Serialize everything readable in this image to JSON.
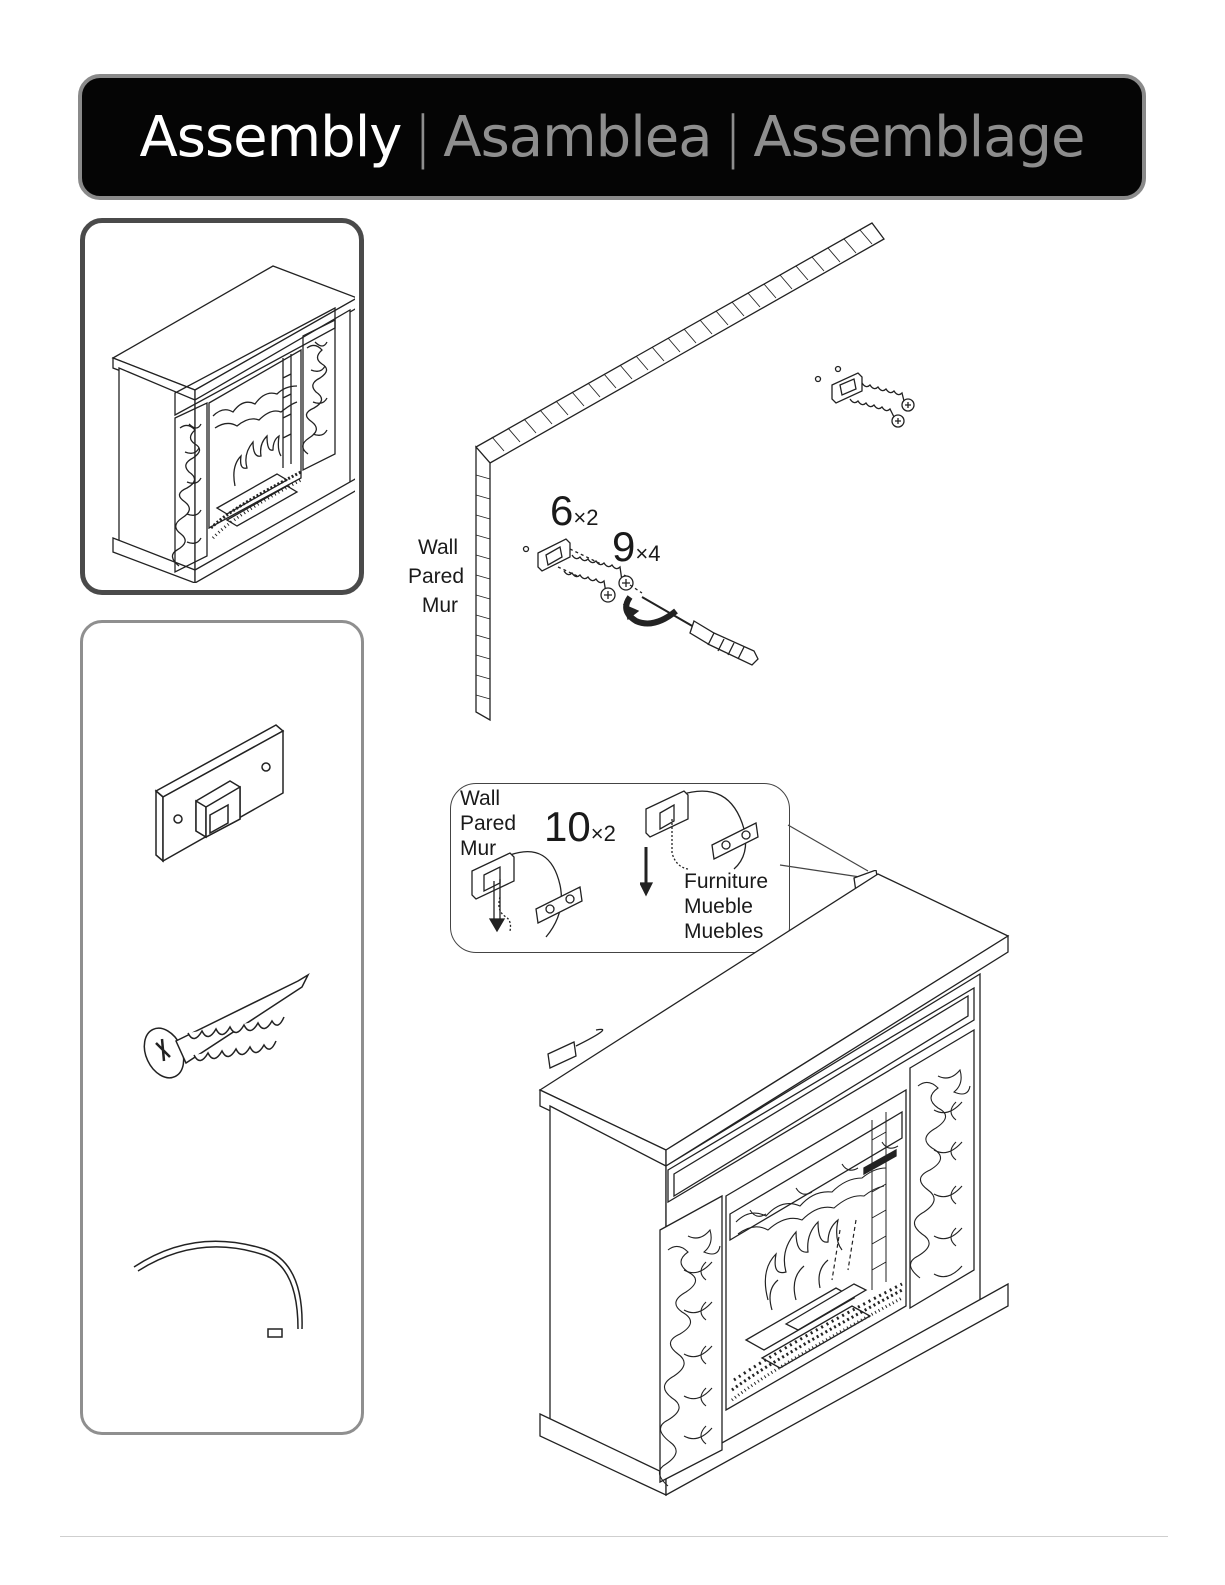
{
  "header": {
    "title_en": "Assembly",
    "title_es": "Asamblea",
    "title_fr": "Assemblage",
    "separator": "|"
  },
  "step_top": {
    "wall_label": [
      "Wall",
      "Pared",
      "Mur"
    ],
    "part6_number": "6",
    "part6_qty": "×2",
    "part9_number": "9",
    "part9_qty": "×4"
  },
  "callout": {
    "wall_label": [
      "Wall",
      "Pared",
      "Mur"
    ],
    "part10_number": "10",
    "part10_qty": "×2",
    "furniture_label": [
      "Furniture",
      "Mueble",
      "Muebles"
    ]
  },
  "parts_panel": {
    "items": [
      {
        "icon": "wall-bracket-icon"
      },
      {
        "icon": "wood-screw-icon"
      },
      {
        "icon": "anti-tip-strap-icon"
      }
    ]
  },
  "colors": {
    "header_bg": "#050505",
    "header_text": "#ffffff",
    "header_muted": "#8e8e8e",
    "line_art": "#222222"
  }
}
